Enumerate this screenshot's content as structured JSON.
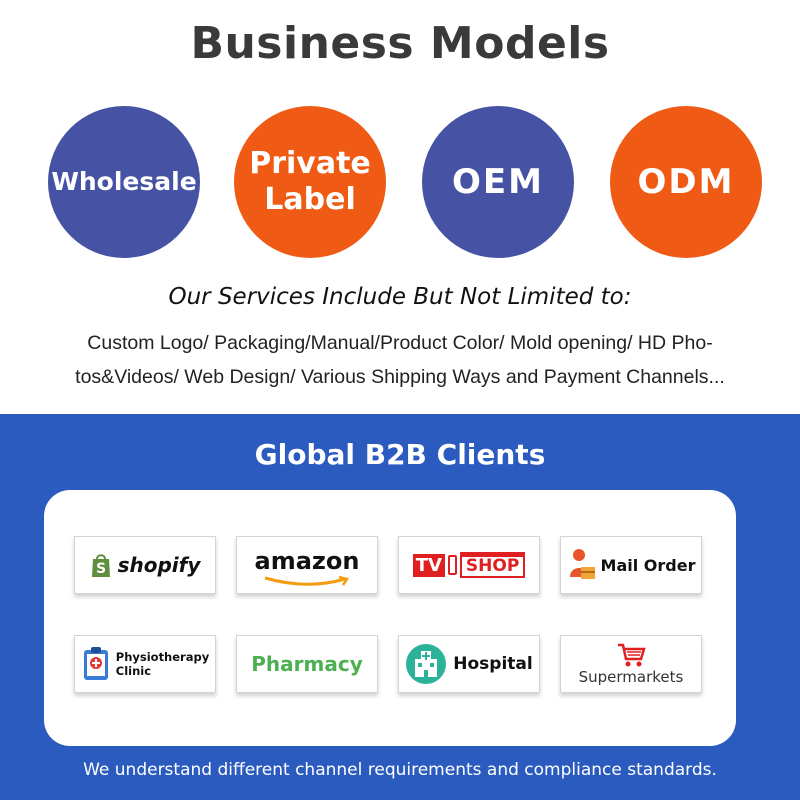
{
  "header": {
    "title": "Business Models"
  },
  "models": [
    {
      "label": "Wholesale",
      "color": "#4652a3"
    },
    {
      "label_line1": "Private",
      "label_line2": "Label",
      "color": "#ef5a14"
    },
    {
      "label": "OEM",
      "color": "#4652a3"
    },
    {
      "label": "ODM",
      "color": "#ef5a14"
    }
  ],
  "services": {
    "heading": "Our Services Include But Not Limited to:",
    "line1": "Custom Logo/ Packaging/Manual/Product Color/ Mold opening/ HD Pho-",
    "line2": "tos&Videos/ Web Design/ Various Shipping Ways and Payment Channels..."
  },
  "clients": {
    "title": "Global B2B Clients",
    "items": [
      {
        "label": "shopify",
        "icon": "shopify-bag-icon"
      },
      {
        "label": "amazon",
        "icon": "amazon-smile-icon"
      },
      {
        "label_tv": "TV",
        "label_shop": "SHOP",
        "icon": "tv-shop-icon"
      },
      {
        "label": "Mail Order",
        "icon": "delivery-person-icon"
      },
      {
        "label_line1": "Physiotherapy",
        "label_line2": "Clinic",
        "icon": "clipboard-icon"
      },
      {
        "label": "Pharmacy",
        "icon": ""
      },
      {
        "label": "Hospital",
        "icon": "hospital-icon"
      },
      {
        "label": "Supermarkets",
        "icon": "shopping-cart-icon"
      }
    ],
    "footer": "We understand different channel requirements and compliance standards."
  },
  "colors": {
    "blue": "#4652a3",
    "orange": "#ef5a14",
    "band": "#2c5bc0",
    "shopify_green": "#5e8e3e",
    "pharmacy_green": "#4caf50",
    "red": "#e02020"
  }
}
